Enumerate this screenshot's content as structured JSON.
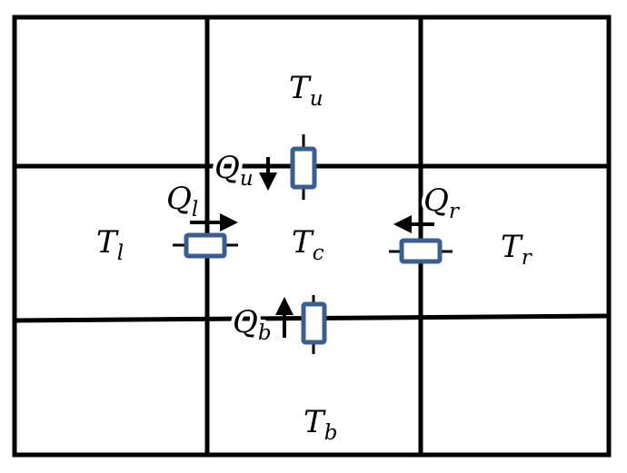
{
  "colors": {
    "resistor": "#3a5f8f",
    "lines": "#000000"
  },
  "cells": {
    "up": {
      "main": "T",
      "sub": "u"
    },
    "left": {
      "main": "T",
      "sub": "l"
    },
    "center": {
      "main": "T",
      "sub": "c"
    },
    "right": {
      "main": "T",
      "sub": "r"
    },
    "bottom": {
      "main": "T",
      "sub": "b"
    }
  },
  "flows": {
    "up": {
      "main": "Q",
      "sub": "u",
      "direction": "down"
    },
    "left": {
      "main": "Q",
      "sub": "l",
      "direction": "right"
    },
    "right": {
      "main": "Q",
      "sub": "r",
      "direction": "left"
    },
    "bottom": {
      "main": "Q",
      "sub": "b",
      "direction": "up"
    }
  }
}
